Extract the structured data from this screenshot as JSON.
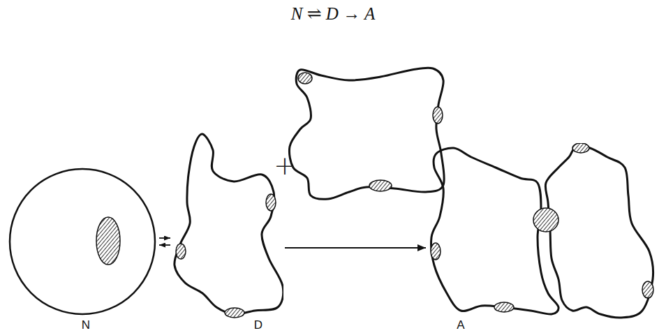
{
  "diagram": {
    "title": "N ⇌ D → A",
    "nodes": [
      {
        "text": [
          "N"
        ]
      },
      {
        "text": [
          "D"
        ]
      },
      {
        "text": [
          "A"
        ]
      }
    ],
    "edges": [
      {
        "from": 0,
        "to": 1,
        "arrow": "both"
      },
      {
        "from": 1,
        "to": 2,
        "arrow": "to"
      }
    ],
    "labels": [
      "+"
    ]
  }
}
